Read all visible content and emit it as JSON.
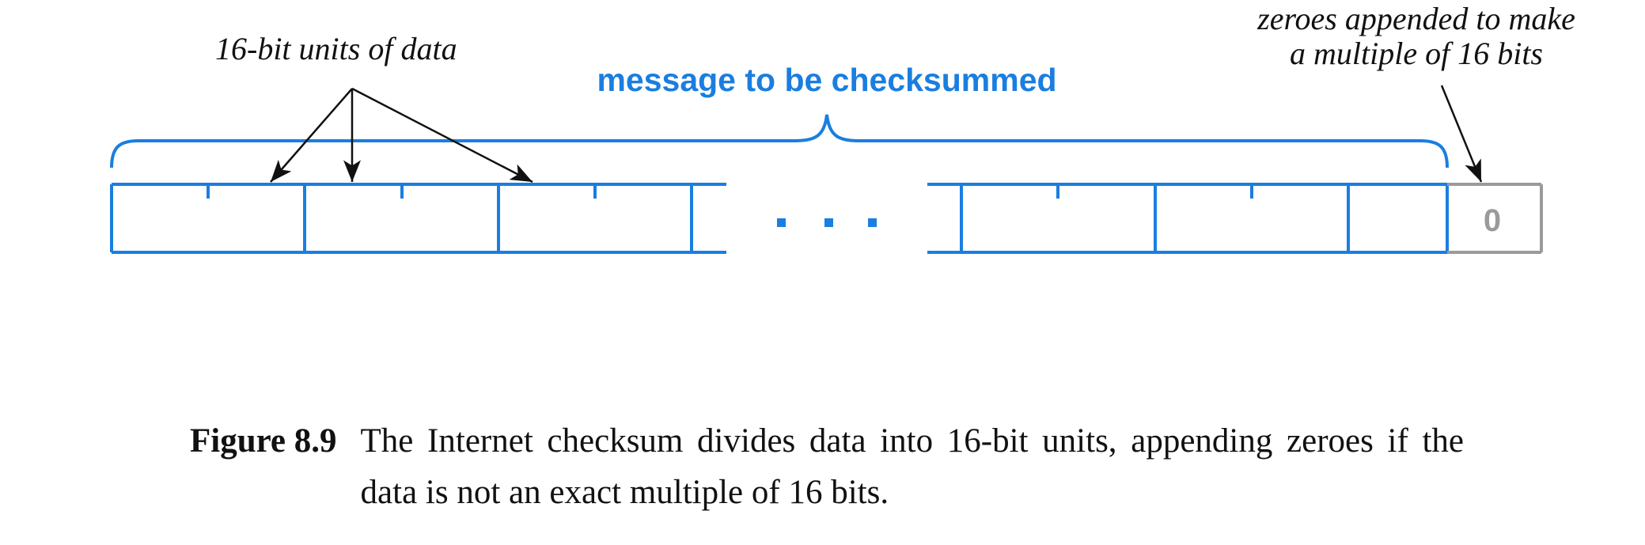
{
  "annotations": {
    "units_label": "16-bit units of data",
    "zeroes_label_line1": "zeroes appended to make",
    "zeroes_label_line2": "a multiple of 16 bits"
  },
  "message_label": "message to be checksummed",
  "ellipsis": ". . .",
  "padding_value": "0",
  "caption": {
    "number": "Figure 8.9",
    "text": "The Internet checksum divides data into 16-bit units, appending zeroes if the data is not an exact multiple of 16 bits."
  },
  "colors": {
    "message_blue": "#1a7ee0",
    "padding_gray": "#9a9a9a",
    "text_black": "#111111"
  }
}
